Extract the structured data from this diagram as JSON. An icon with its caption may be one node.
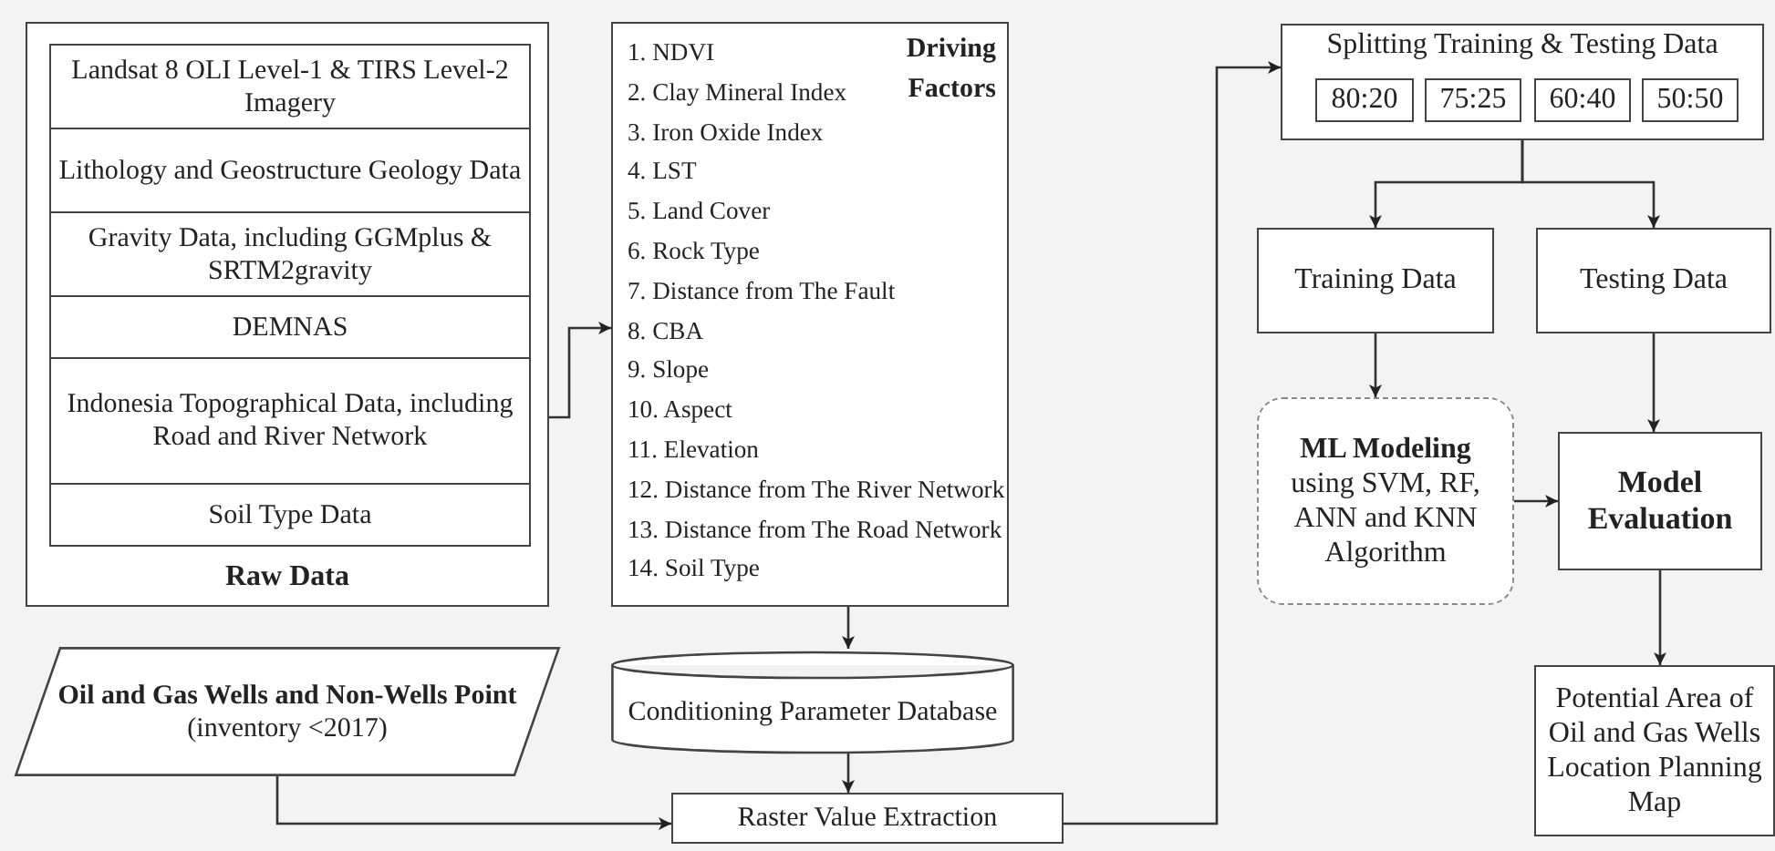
{
  "diagram": {
    "nodes": [
      {
        "text": [
          "Raw Data"
        ]
      },
      {
        "text": [
          "Landsat 8 OLI Level-1 & TIRS Level-2 Imagery"
        ],
        "in": 0
      },
      {
        "text": [
          "Lithology and Geostructure Geology Data"
        ],
        "in": 0
      },
      {
        "text": [
          "Gravity Data, including GGMplus & SRTM2gravity"
        ],
        "in": 0
      },
      {
        "text": [
          "DEMNAS"
        ],
        "in": 0
      },
      {
        "text": [
          "Indonesia Topographical Data, including Road and River Network"
        ],
        "in": 0
      },
      {
        "text": [
          "Soil Type Data"
        ],
        "in": 0
      },
      {
        "text": [
          "1. NDVI",
          "2. Clay Mineral Index",
          "3. Iron Oxide Index",
          "4. LST",
          "5. Land Cover",
          "6. Rock Type",
          "7. Distance from The Fault",
          "8. CBA",
          "9. Slope",
          "10. Aspect",
          "11. Elevation",
          "12. Distance from The River Network",
          "13. Distance from The Road Network",
          "14. Soil Type",
          "Driving Factors"
        ]
      },
      {
        "text": [
          "Conditioning Parameter Database"
        ]
      },
      {
        "text": [
          "Oil and Gas Wells and Non-Wells Point",
          "(inventory <2017)"
        ]
      },
      {
        "text": [
          "Raster Value Extraction"
        ]
      },
      {
        "text": [
          "Splitting Training & Testing Data"
        ]
      },
      {
        "text": [
          "80:20"
        ],
        "in": 11
      },
      {
        "text": [
          "75:25"
        ],
        "in": 11
      },
      {
        "text": [
          "60:40"
        ],
        "in": 11
      },
      {
        "text": [
          "50:50"
        ],
        "in": 11
      },
      {
        "text": [
          "Training Data"
        ]
      },
      {
        "text": [
          "Testing Data"
        ]
      },
      {
        "text": [
          "ML Modeling",
          "using SVM, RF, ANN and KNN Algorithm"
        ]
      },
      {
        "text": [
          "Model Evaluation"
        ]
      },
      {
        "text": [
          "Potential Area of Oil and Gas Wells Location Planning Map"
        ]
      }
    ],
    "edges": [
      {
        "from": 0,
        "to": 7,
        "arrow": "to"
      },
      {
        "from": 7,
        "to": 8,
        "arrow": "to"
      },
      {
        "from": 8,
        "to": 10,
        "arrow": "to"
      },
      {
        "from": 9,
        "to": 10,
        "arrow": "to"
      },
      {
        "from": 10,
        "to": 11,
        "arrow": "to"
      },
      {
        "from": 11,
        "to": 16,
        "arrow": "to"
      },
      {
        "from": 11,
        "to": 17,
        "arrow": "to"
      },
      {
        "from": 16,
        "to": 18,
        "arrow": "to"
      },
      {
        "from": 17,
        "to": 19,
        "arrow": "to"
      },
      {
        "from": 18,
        "to": 19,
        "arrow": "to"
      },
      {
        "from": 19,
        "to": 20,
        "arrow": "to"
      }
    ]
  }
}
